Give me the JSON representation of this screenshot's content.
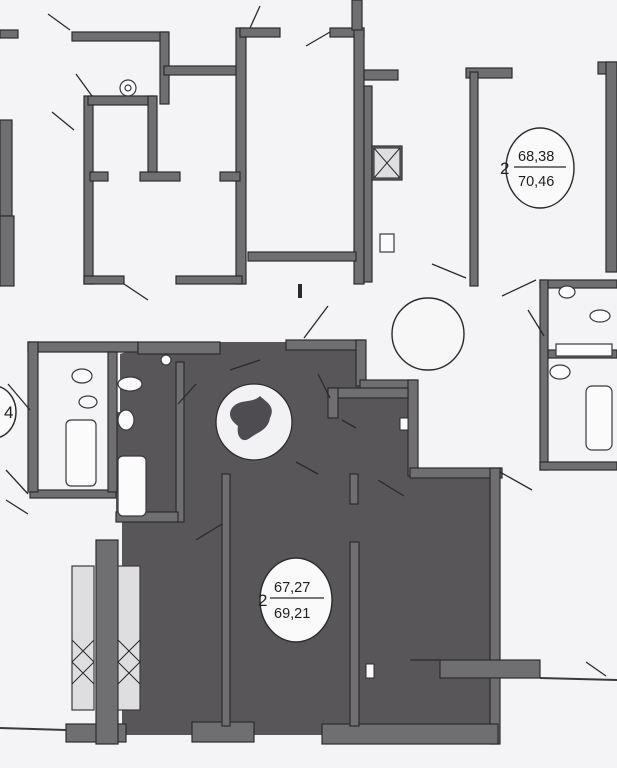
{
  "apartments": [
    {
      "id": "upper-right",
      "rooms": "2",
      "area_living": "68,38",
      "area_total": "70,46"
    },
    {
      "id": "highlighted",
      "rooms": "2",
      "area_living": "67,27",
      "area_total": "69,21"
    }
  ],
  "left_unit": {
    "label": "4"
  },
  "colors": {
    "highlight_fill": "#585659",
    "wall": "#6f6f72",
    "background": "#e9e9ec"
  }
}
